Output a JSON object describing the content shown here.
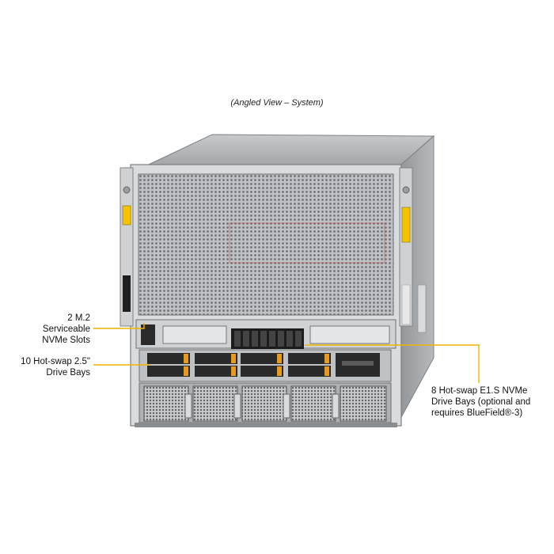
{
  "caption": "(Angled View – System)",
  "callouts": [
    {
      "id": "m2",
      "lines": [
        "2 M.2",
        "Serviceable",
        "NVMe Slots"
      ]
    },
    {
      "id": "drive25",
      "lines": [
        "10 Hot-swap 2.5\"",
        "Drive Bays"
      ]
    },
    {
      "id": "e1s",
      "lines": [
        "8 Hot-swap E1.S NVMe",
        "Drive Bays (optional and",
        "requires BlueField®-3)"
      ]
    }
  ],
  "colors": {
    "callout_line": "#f0b400",
    "chassis_light": "#d4d6d8",
    "chassis_dark": "#2a2a2a",
    "drive_orange": "#e89a1e"
  }
}
